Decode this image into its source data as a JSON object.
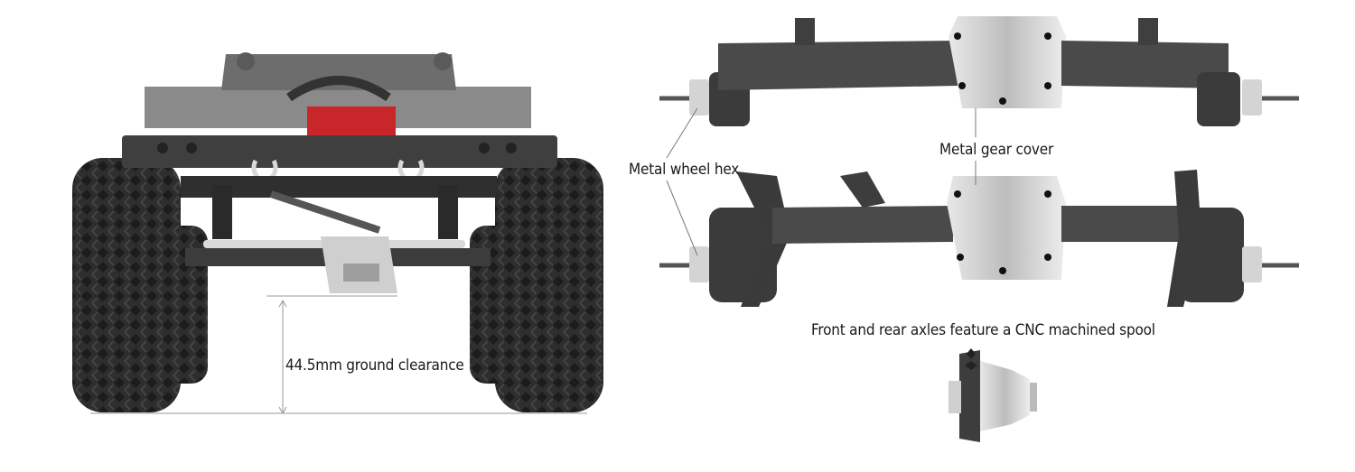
{
  "annotations": {
    "ground_clearance": "44.5mm ground clearance",
    "wheel_hex": "Metal wheel hex",
    "gear_cover": "Metal gear cover",
    "spool": "Front and rear axles feature a CNC machined spool"
  },
  "colors": {
    "tire": "#2b2b2b",
    "axle": "#4a4a4a",
    "metal": "#c9c9c9",
    "accent_red": "#c8262b",
    "dimension_line": "#9a9a9a"
  }
}
